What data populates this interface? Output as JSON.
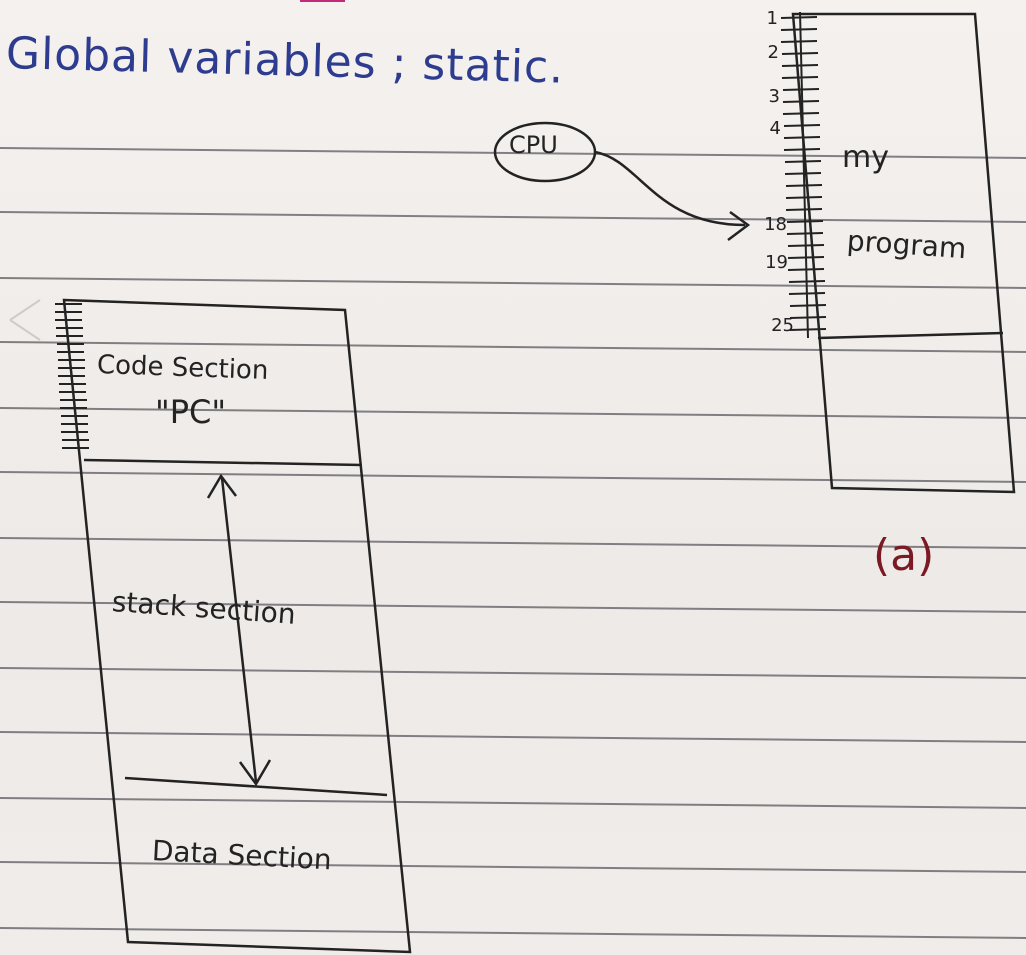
{
  "heading": "Global variables ; static.",
  "program_memory": {
    "cpu_label": "CPU",
    "program_label_line1": "my",
    "program_label_line2": "program",
    "line_numbers": [
      "1",
      "2",
      "3",
      "4",
      "18",
      "19",
      "25"
    ]
  },
  "process_memory": {
    "code_section": "Code Section",
    "pc_label": "\"PC\"",
    "stack_section": "stack section",
    "data_section": "Data Section"
  },
  "figure_label": "(a)",
  "colors": {
    "blue_ink": "#2d3c8f",
    "black_ink": "#232323",
    "red_ink": "#7a1a22",
    "paper": "#f1eeec",
    "ruled_line": "#5c5a60"
  }
}
